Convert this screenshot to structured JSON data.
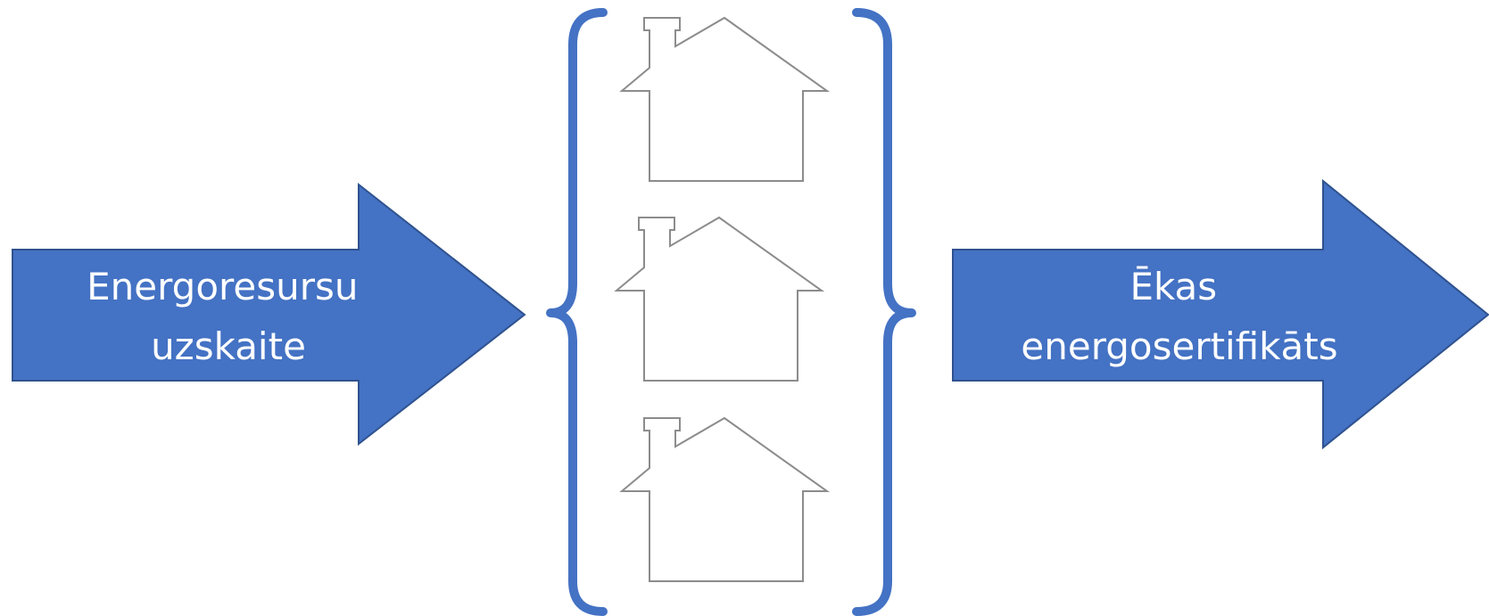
{
  "colors": {
    "arrow_fill": "#4472c4",
    "brace_stroke": "#4472c4",
    "house_outline": "#8c8c8c"
  },
  "input_arrow": {
    "line1": "Energoresursu",
    "line2": "uzskaite"
  },
  "output_arrow": {
    "line1": "Ēkas",
    "line2": "energosertifikāts"
  },
  "buildings": {
    "icon": "house-icon",
    "count": 3
  }
}
